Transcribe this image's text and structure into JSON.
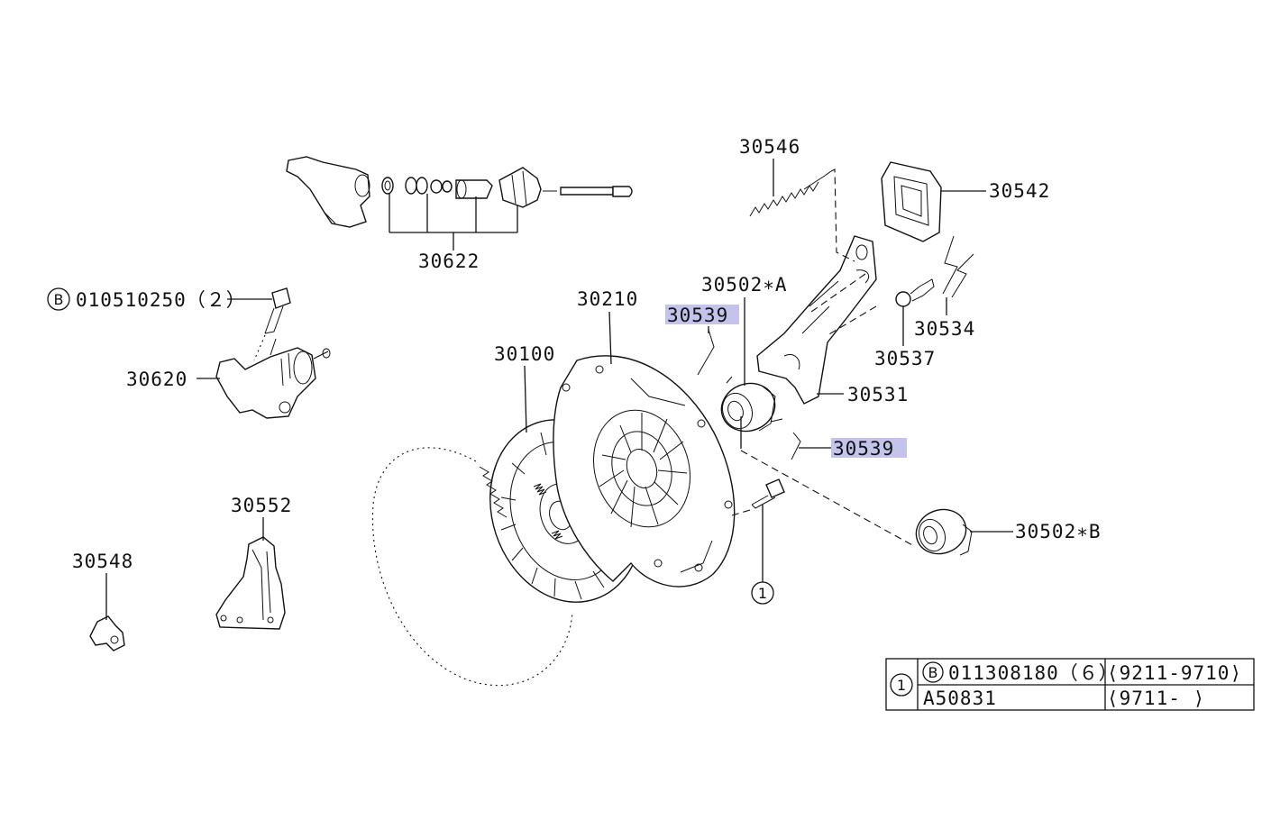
{
  "labels": {
    "p30546": "30546",
    "p30542": "30542",
    "p30622": "30622",
    "p30502a": "30502∗A",
    "p30210": "30210",
    "p30539a": "30539",
    "p30534": "30534",
    "p30537": "30537",
    "p30100": "30100",
    "p30620": "30620",
    "p30531": "30531",
    "p30539b": "30539",
    "p30552": "30552",
    "p30502b": "30502∗B",
    "p30548": "30548"
  },
  "bolt_note": {
    "circle": "B",
    "text": "010510250（２）"
  },
  "callout": {
    "number": "1"
  },
  "table": {
    "ref": "1",
    "rows": [
      {
        "circle": "B",
        "part": "011308180（６）",
        "range": "⟨9211-9710⟩"
      },
      {
        "circle": "",
        "part": "A50831",
        "range": "⟨9711-      ⟩"
      }
    ]
  },
  "colors": {
    "highlight": "#c3c3ec",
    "ink": "#111111"
  }
}
